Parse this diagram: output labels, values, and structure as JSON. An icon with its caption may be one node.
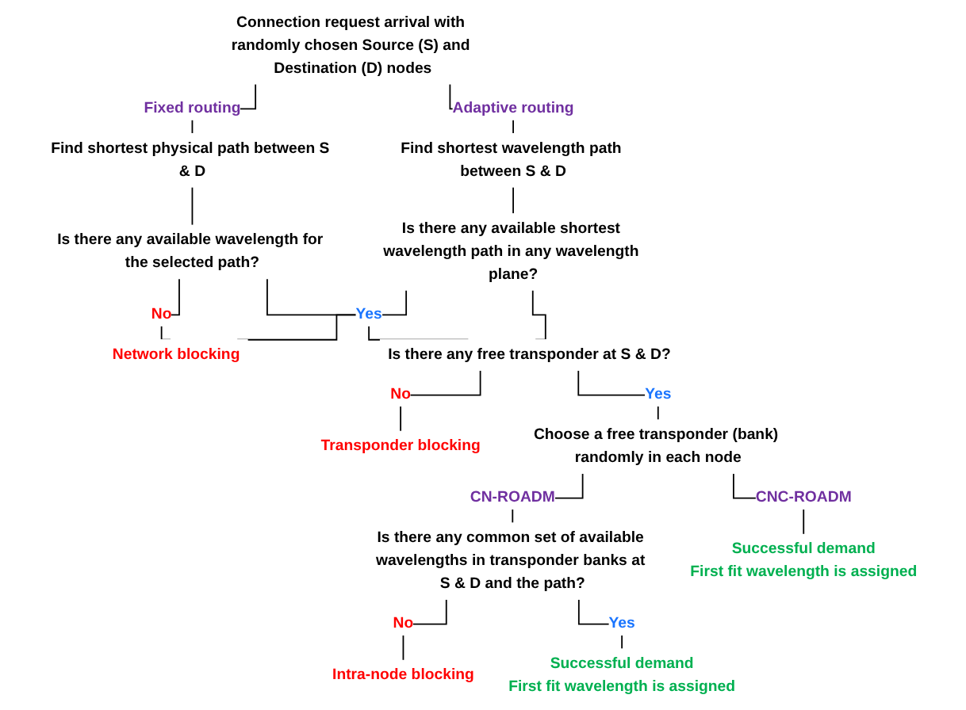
{
  "diagram": {
    "nodes": [
      {
        "text": [
          "Connection request arrival with randomly chosen Source (S) and Destination (D) nodes"
        ]
      },
      {
        "text": [
          "Find shortest physical path between S & D"
        ]
      },
      {
        "text": [
          "Is there any available wavelength for the selected path?"
        ]
      },
      {
        "text": [
          "Find shortest wavelength path between S & D"
        ]
      },
      {
        "text": [
          "Is there any available shortest wavelength path in any wavelength plane?"
        ]
      },
      {
        "text": [
          "Network blocking"
        ]
      },
      {
        "text": [
          "Is there any free transponder at S & D?"
        ]
      },
      {
        "text": [
          "Transponder blocking"
        ]
      },
      {
        "text": [
          "Choose a free transponder (bank) randomly in each node"
        ]
      },
      {
        "text": [
          "Is there any common set of available wavelengths in transponder banks at S & D and the path?"
        ]
      },
      {
        "text": [
          "Successful demand",
          "First fit wavelength is assigned"
        ]
      },
      {
        "text": [
          "Intra-node blocking"
        ]
      },
      {
        "text": [
          "Successful demand",
          "First fit wavelength is assigned"
        ]
      }
    ],
    "edges": [
      {
        "from": 0,
        "to": 1,
        "arrow": "none",
        "label": "Fixed routing"
      },
      {
        "from": 0,
        "to": 3,
        "arrow": "none",
        "label": "Adaptive routing"
      },
      {
        "from": 1,
        "to": 2,
        "arrow": "none"
      },
      {
        "from": 3,
        "to": 4,
        "arrow": "none"
      },
      {
        "from": 2,
        "to": 5,
        "arrow": "none",
        "label": "No"
      },
      {
        "from": 2,
        "to": 6,
        "arrow": "none",
        "label": "Yes"
      },
      {
        "from": 4,
        "to": 5,
        "arrow": "none"
      },
      {
        "from": 4,
        "to": 6,
        "arrow": "none"
      },
      {
        "from": 6,
        "to": 7,
        "arrow": "none",
        "label": "No"
      },
      {
        "from": 6,
        "to": 8,
        "arrow": "none",
        "label": "Yes"
      },
      {
        "from": 8,
        "to": 9,
        "arrow": "none",
        "label": "CN-ROADM"
      },
      {
        "from": 8,
        "to": 10,
        "arrow": "none",
        "label": "CNC-ROADM"
      },
      {
        "from": 9,
        "to": 11,
        "arrow": "none",
        "label": "No"
      },
      {
        "from": 9,
        "to": 12,
        "arrow": "none",
        "label": "Yes"
      }
    ]
  }
}
